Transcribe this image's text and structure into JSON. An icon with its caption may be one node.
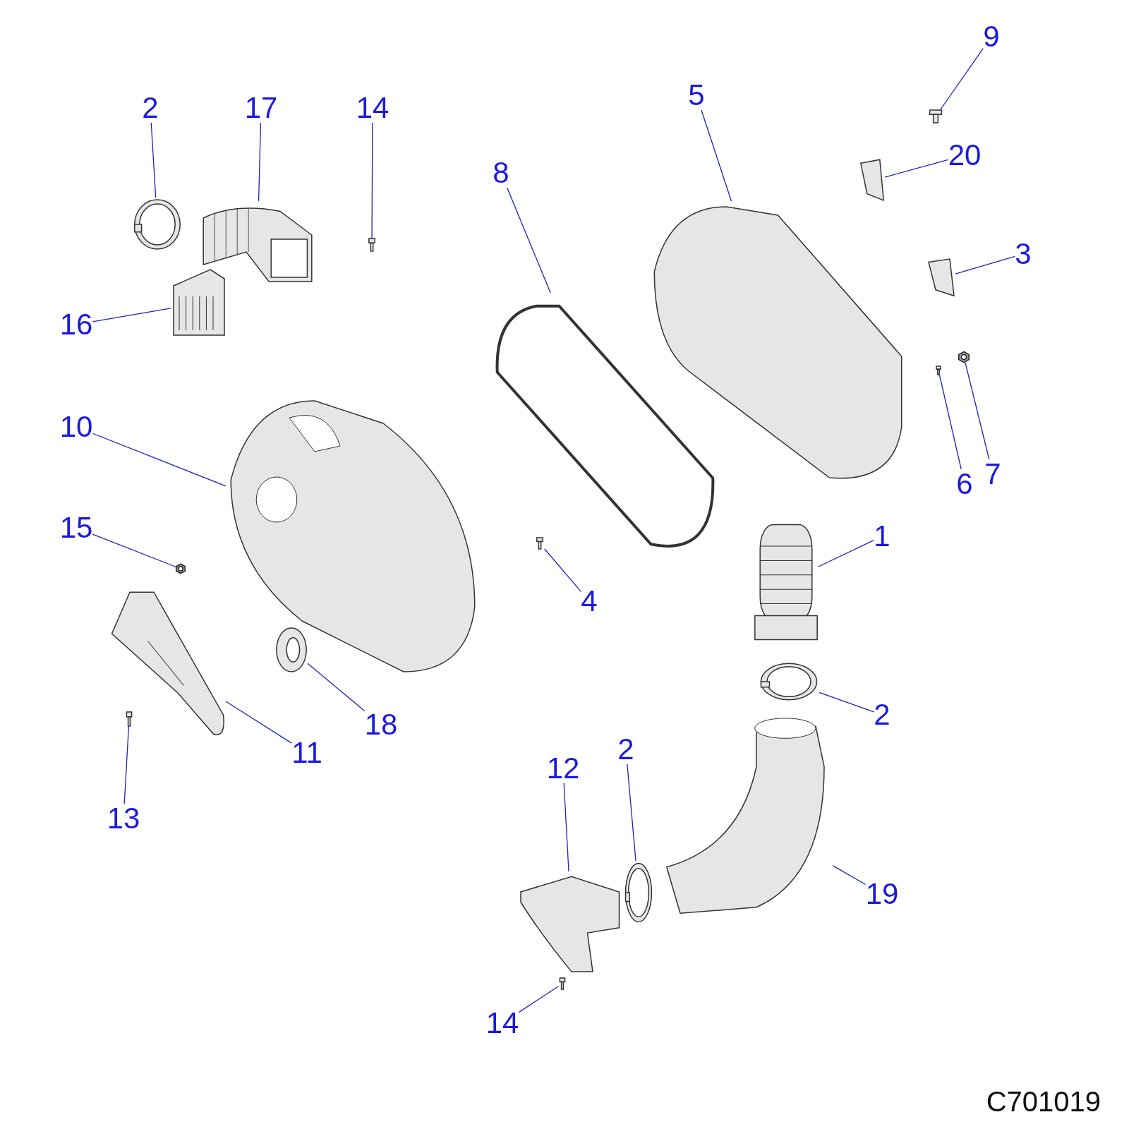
{
  "diagram": {
    "nodes": [
      {
        "text": [
          "2"
        ]
      },
      {
        "text": [],
        "shape": "picture"
      },
      {
        "text": [
          "17"
        ]
      },
      {
        "text": [],
        "shape": "picture"
      },
      {
        "text": [
          "14"
        ]
      },
      {
        "text": [],
        "shape": "picture"
      },
      {
        "text": [
          "16"
        ]
      },
      {
        "text": [],
        "shape": "picture"
      },
      {
        "text": [
          "10"
        ]
      },
      {
        "text": [],
        "shape": "picture"
      },
      {
        "text": [
          "15"
        ]
      },
      {
        "text": [],
        "shape": "picture"
      },
      {
        "text": [
          "11"
        ]
      },
      {
        "text": [],
        "shape": "picture"
      },
      {
        "text": [
          "13"
        ]
      },
      {
        "text": [],
        "shape": "picture"
      },
      {
        "text": [
          "18"
        ]
      },
      {
        "text": [],
        "shape": "picture"
      },
      {
        "text": [
          "8"
        ]
      },
      {
        "text": [],
        "shape": "picture"
      },
      {
        "text": [
          "4"
        ]
      },
      {
        "text": [],
        "shape": "picture"
      },
      {
        "text": [
          "5"
        ]
      },
      {
        "text": [],
        "shape": "picture"
      },
      {
        "text": [
          "9"
        ]
      },
      {
        "text": [],
        "shape": "picture"
      },
      {
        "text": [
          "20"
        ]
      },
      {
        "text": [],
        "shape": "picture"
      },
      {
        "text": [
          "3"
        ]
      },
      {
        "text": [],
        "shape": "picture"
      },
      {
        "text": [
          "6"
        ]
      },
      {
        "text": [],
        "shape": "picture"
      },
      {
        "text": [
          "7"
        ]
      },
      {
        "text": [],
        "shape": "picture"
      },
      {
        "text": [
          "1"
        ]
      },
      {
        "text": [],
        "shape": "picture"
      },
      {
        "text": [
          "2"
        ]
      },
      {
        "text": [],
        "shape": "picture"
      },
      {
        "text": [
          "19"
        ]
      },
      {
        "text": [],
        "shape": "picture"
      },
      {
        "text": [
          "2"
        ]
      },
      {
        "text": [],
        "shape": "picture"
      },
      {
        "text": [
          "12"
        ]
      },
      {
        "text": [],
        "shape": "picture"
      },
      {
        "text": [
          "14"
        ]
      },
      {
        "text": [],
        "shape": "picture"
      }
    ],
    "edges": [
      {
        "from": 0,
        "to": 1,
        "arrow": "none"
      },
      {
        "from": 2,
        "to": 3,
        "arrow": "none"
      },
      {
        "from": 4,
        "to": 5,
        "arrow": "none"
      },
      {
        "from": 6,
        "to": 7,
        "arrow": "none"
      },
      {
        "from": 8,
        "to": 9,
        "arrow": "none"
      },
      {
        "from": 10,
        "to": 11,
        "arrow": "none"
      },
      {
        "from": 12,
        "to": 13,
        "arrow": "none"
      },
      {
        "from": 14,
        "to": 15,
        "arrow": "none"
      },
      {
        "from": 16,
        "to": 17,
        "arrow": "none"
      },
      {
        "from": 18,
        "to": 19,
        "arrow": "none"
      },
      {
        "from": 20,
        "to": 21,
        "arrow": "none"
      },
      {
        "from": 22,
        "to": 23,
        "arrow": "none"
      },
      {
        "from": 24,
        "to": 25,
        "arrow": "none"
      },
      {
        "from": 26,
        "to": 27,
        "arrow": "none"
      },
      {
        "from": 28,
        "to": 29,
        "arrow": "none"
      },
      {
        "from": 30,
        "to": 31,
        "arrow": "none"
      },
      {
        "from": 32,
        "to": 33,
        "arrow": "none"
      },
      {
        "from": 34,
        "to": 35,
        "arrow": "none"
      },
      {
        "from": 36,
        "to": 37,
        "arrow": "none"
      },
      {
        "from": 38,
        "to": 39,
        "arrow": "none"
      },
      {
        "from": 40,
        "to": 41,
        "arrow": "none"
      },
      {
        "from": 42,
        "to": 43,
        "arrow": "none"
      },
      {
        "from": 44,
        "to": 45,
        "arrow": "none"
      }
    ],
    "labels": [
      "C701019"
    ]
  }
}
